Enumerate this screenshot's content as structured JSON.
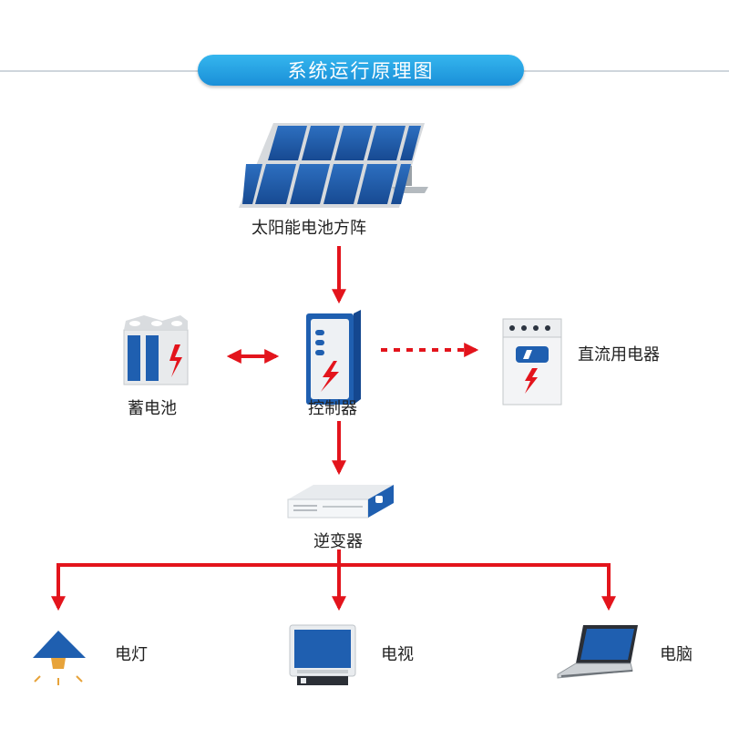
{
  "title": "系统运行原理图",
  "nodes": {
    "solar_array": "太阳能电池方阵",
    "battery": "蓄电池",
    "controller": "控制器",
    "dc_appliance": "直流用电器",
    "inverter": "逆变器",
    "lamp": "电灯",
    "tv": "电视",
    "computer": "电脑"
  },
  "colors": {
    "title_bar": "#2aa8e8",
    "arrow": "#e3141c",
    "panel_blue": "#1e5aa8",
    "device_blue": "#1f5fb0"
  }
}
